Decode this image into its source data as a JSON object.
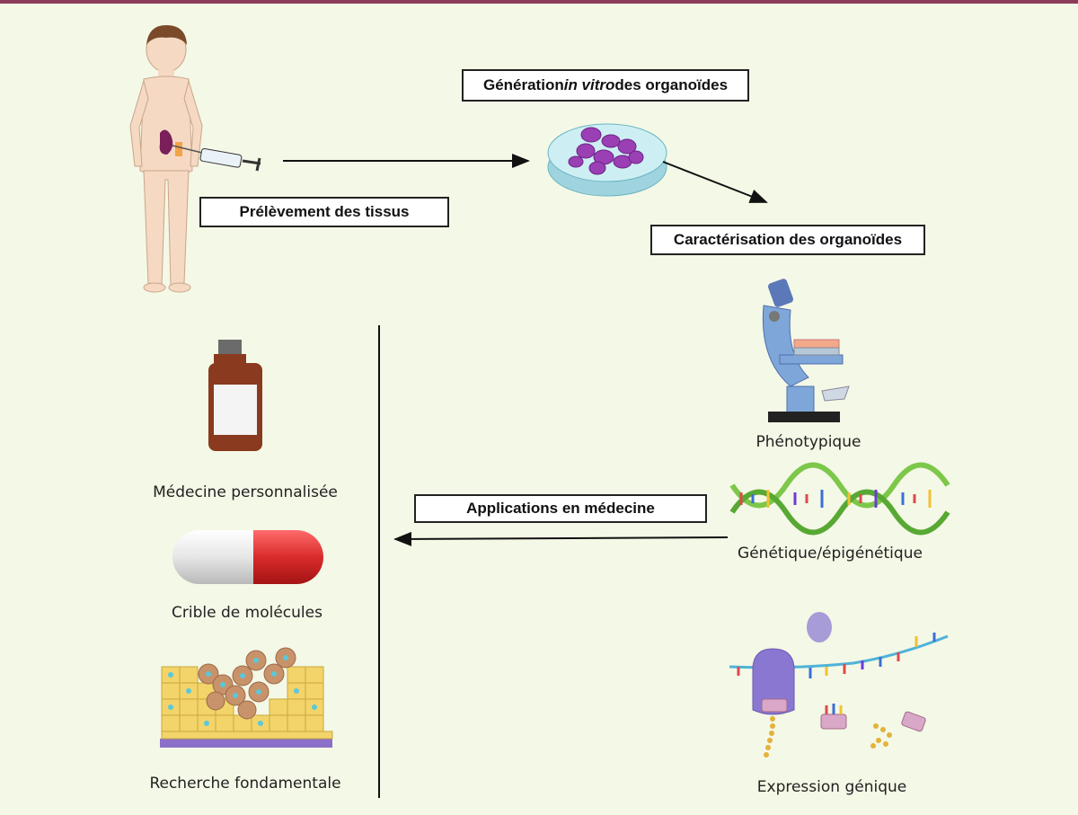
{
  "boxes": {
    "generation_pre": "Génération ",
    "generation_em": "in vitro",
    "generation_post": " des organoïdes",
    "prelevement": "Prélèvement des tissus",
    "caracterisation": "Caractérisation des organoïdes",
    "applications": "Applications en médecine"
  },
  "labels": {
    "phenotypique": "Phénotypique",
    "genetique": "Génétique/épigénétique",
    "expression": "Expression génique",
    "medecine": "Médecine personnalisée",
    "crible": "Crible de molécules",
    "recherche": "Recherche fondamentale"
  },
  "colors": {
    "background": "#f4f8e6",
    "top_bar": "#8c3b5a",
    "organoid": "#9b3fb5",
    "dish": "#bfe6ec",
    "microscope": "#7fa6d8",
    "pill_red": "#d92b2b",
    "vial": "#8a3a1e"
  }
}
